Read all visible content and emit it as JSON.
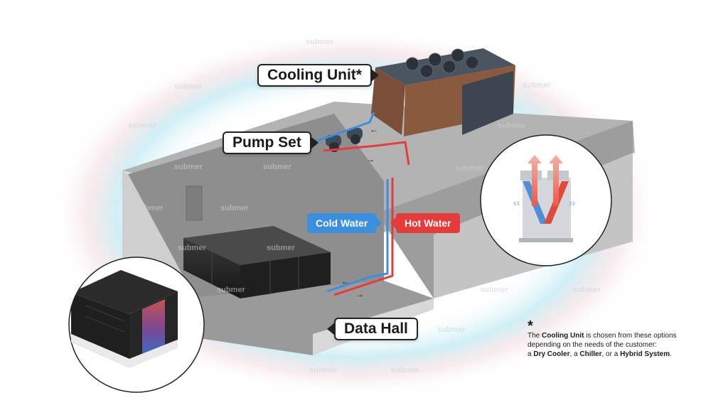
{
  "labels": {
    "cooling_unit": "Cooling Unit*",
    "pump_set": "Pump Set",
    "data_hall": "Data Hall",
    "cold_water": "Cold Water",
    "hot_water": "Hot Water"
  },
  "footnote": {
    "star": "*",
    "line1_pre": "The ",
    "line1_bold": "Cooling Unit",
    "line1_post": " is chosen from these options depending on the needs of the customer:",
    "line2_pre": "a ",
    "opt1": "Dry Cooler",
    "sep1": ", a ",
    "opt2": "Chiller",
    "sep2": ", or a ",
    "opt3": "Hybrid System",
    "end": "."
  },
  "watermark": "submer",
  "colors": {
    "cold": "#3a8fe0",
    "hot": "#e53b3b",
    "building": "#a6a6a6",
    "glow": "#bfe8f2"
  }
}
